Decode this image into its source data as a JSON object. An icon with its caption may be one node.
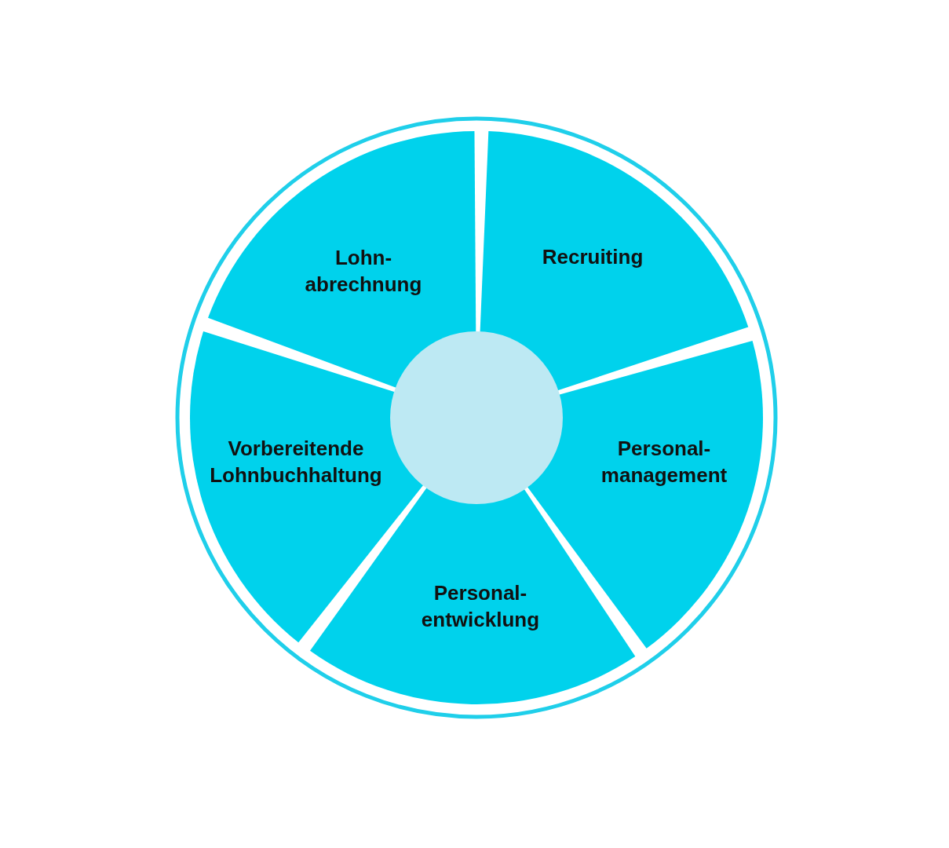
{
  "diagram": {
    "nodes": [
      {
        "text": [
          "Lohn- abrechnung"
        ]
      },
      {
        "text": [
          "Recruiting"
        ]
      },
      {
        "text": [
          "Vorbereitende Lohnbuchhaltung"
        ]
      },
      {
        "text": [
          "Personal- management"
        ]
      },
      {
        "text": [
          "Personal- entwicklung"
        ]
      },
      {
        "text": [],
        "shape": "circle"
      }
    ]
  }
}
